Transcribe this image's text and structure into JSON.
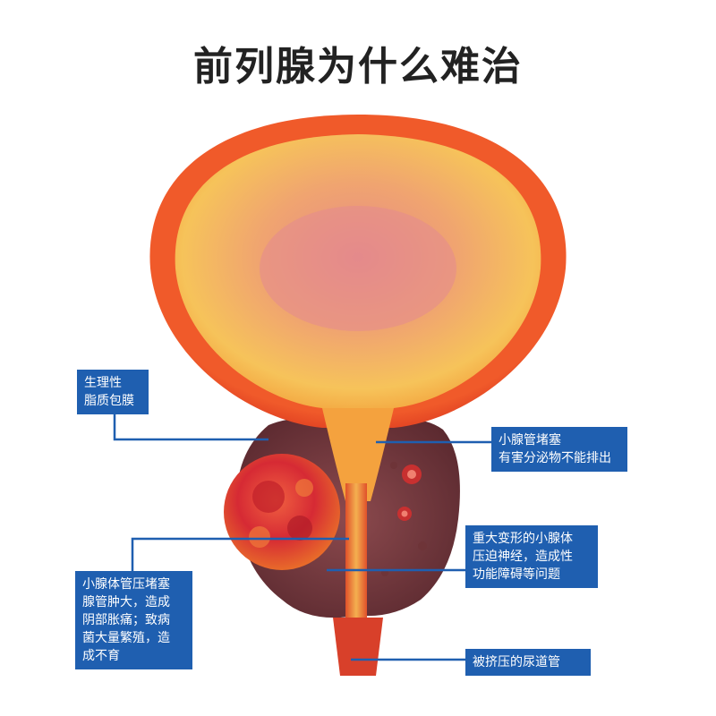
{
  "title": "前列腺为什么难治",
  "labels": {
    "physiological": "生理性\n脂质包膜",
    "small_gland_blocked": "小腺管堵塞\n有害分泌物不能排出",
    "gland_tube_compress": "小腺体管压堵塞\n腺管肿大，造成\n阴部胀痛；致病\n菌大量繁殖，造\n成不育",
    "deformed_gland": "重大变形的小腺体\n压迫神经，造成性\n功能障碍等问题",
    "urethra_squeezed": "被挤压的尿道管"
  },
  "colors": {
    "label_bg": "#1f5fb0",
    "bladder_wall": "#e8402a",
    "bladder_inner": "#f3a85a",
    "prostate": "#7a3a3e",
    "tumor": "#d8282e"
  }
}
